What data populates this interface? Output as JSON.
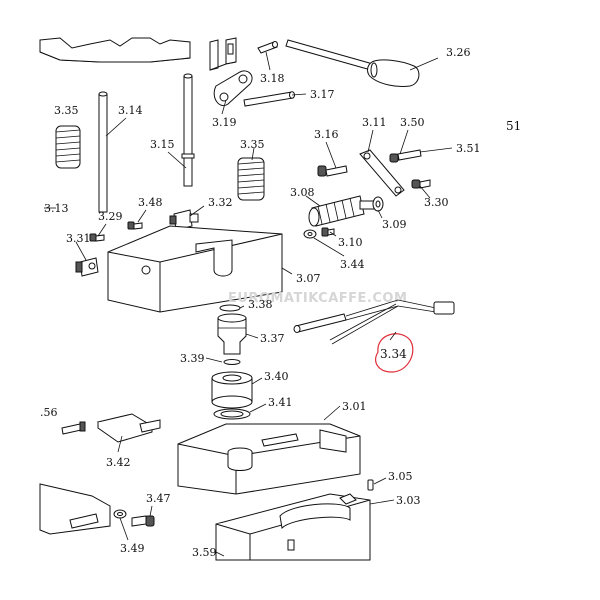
{
  "diagram": {
    "page_number": "51",
    "watermark": "EUROMATIKCAFFE.COM",
    "highlight_color": "#e0303a",
    "labels": {
      "p3_26": "3.26",
      "p3_18": "3.18",
      "p3_17": "3.17",
      "p3_19": "3.19",
      "p3_35a": "3.35",
      "p3_14": "3.14",
      "p3_15": "3.15",
      "p3_35b": "3.35",
      "p3_16": "3.16",
      "p3_11": "3.11",
      "p3_50": "3.50",
      "p3_51": "3.51",
      "p3_13": "3.13",
      "p3_48": "3.48",
      "p3_32": "3.32",
      "p3_08": "3.08",
      "p3_30": "3.30",
      "p3_29": "3.29",
      "p3_09": "3.09",
      "p3_31": "3.31",
      "p3_10": "3.10",
      "p3_44": "3.44",
      "p3_07": "3.07",
      "p3_38": "3.38",
      "p3_37": "3.37",
      "p3_34": "3.34",
      "p3_39": "3.39",
      "p3_40": "3.40",
      "p3_41": "3.41",
      "p3_56": ".56",
      "p3_01": "3.01",
      "p3_42": "3.42",
      "p3_05": "3.05",
      "p3_47": "3.47",
      "p3_03": "3.03",
      "p3_49": "3.49",
      "p3_59": "3.59"
    }
  }
}
